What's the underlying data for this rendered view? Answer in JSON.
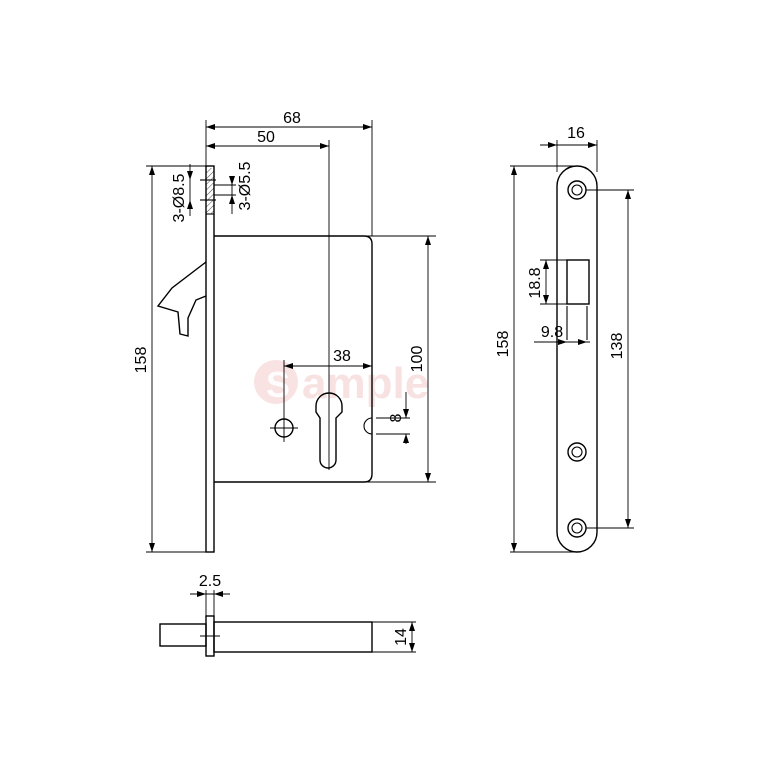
{
  "watermark": {
    "text": "ample",
    "logo_letter": "S"
  },
  "front_view": {
    "dim_overall_width": "68",
    "dim_backset": "50",
    "dim_center_distance": "38",
    "dim_height_100": "100",
    "dim_cyl_offset": "8",
    "dim_height_158": "158",
    "dim_hole_large": "3-Ø8.5",
    "dim_hole_small": "3-Ø5.5"
  },
  "side_view": {
    "dim_plate_width": "16",
    "dim_height_158": "158",
    "dim_hook_height": "18.8",
    "dim_hook_width": "9.8",
    "dim_screw_spacing": "138"
  },
  "bottom_view": {
    "dim_plate_thickness": "2.5",
    "dim_body_thickness": "14"
  }
}
